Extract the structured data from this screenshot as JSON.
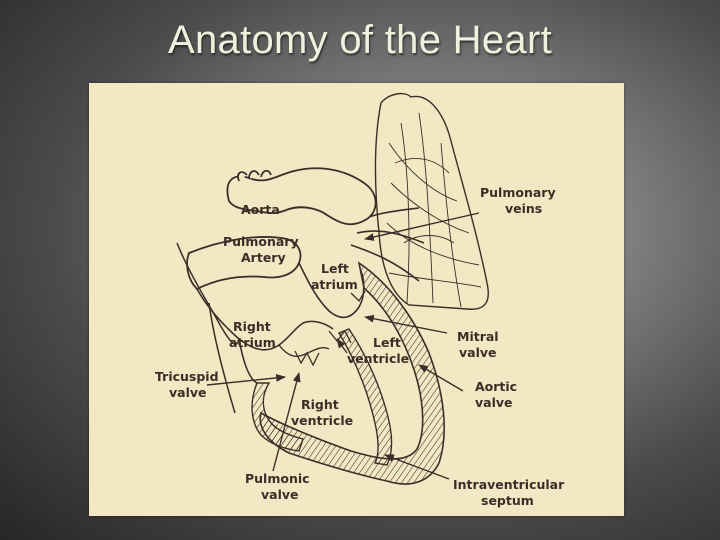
{
  "slide": {
    "title": "Anatomy of the Heart"
  },
  "diagram": {
    "labels": {
      "aorta": "Aorta",
      "pulmonary_artery_1": "Pulmonary",
      "pulmonary_artery_2": "Artery",
      "left_atrium_1": "Left",
      "left_atrium_2": "atrium",
      "pulmonary_veins_1": "Pulmonary",
      "pulmonary_veins_2": "veins",
      "right_atrium_1": "Right",
      "right_atrium_2": "atrium",
      "mitral_valve_1": "Mitral",
      "mitral_valve_2": "valve",
      "left_ventricle_1": "Left",
      "left_ventricle_2": "ventricle",
      "tricuspid_valve_1": "Tricuspid",
      "tricuspid_valve_2": "valve",
      "aortic_valve_1": "Aortic",
      "aortic_valve_2": "valve",
      "right_ventricle_1": "Right",
      "right_ventricle_2": "ventricle",
      "pulmonic_valve_1": "Pulmonic",
      "pulmonic_valve_2": "valve",
      "septum_1": "Intraventricular",
      "septum_2": "septum"
    }
  },
  "colors": {
    "paper": "#f4e7c4",
    "ink": "#3a2f28",
    "title": "#eef2dc"
  }
}
